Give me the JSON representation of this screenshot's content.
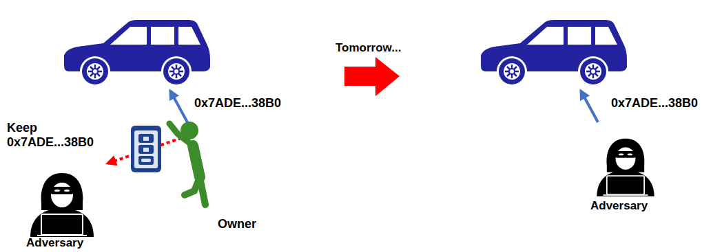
{
  "diagram": {
    "labels": [
      "0x7ADE...38B0",
      "Keep 0x7ADE...38B0",
      "Owner",
      "Adversary",
      "Tomorrow...",
      "0x7ADE...38B0",
      "Adversary"
    ]
  }
}
